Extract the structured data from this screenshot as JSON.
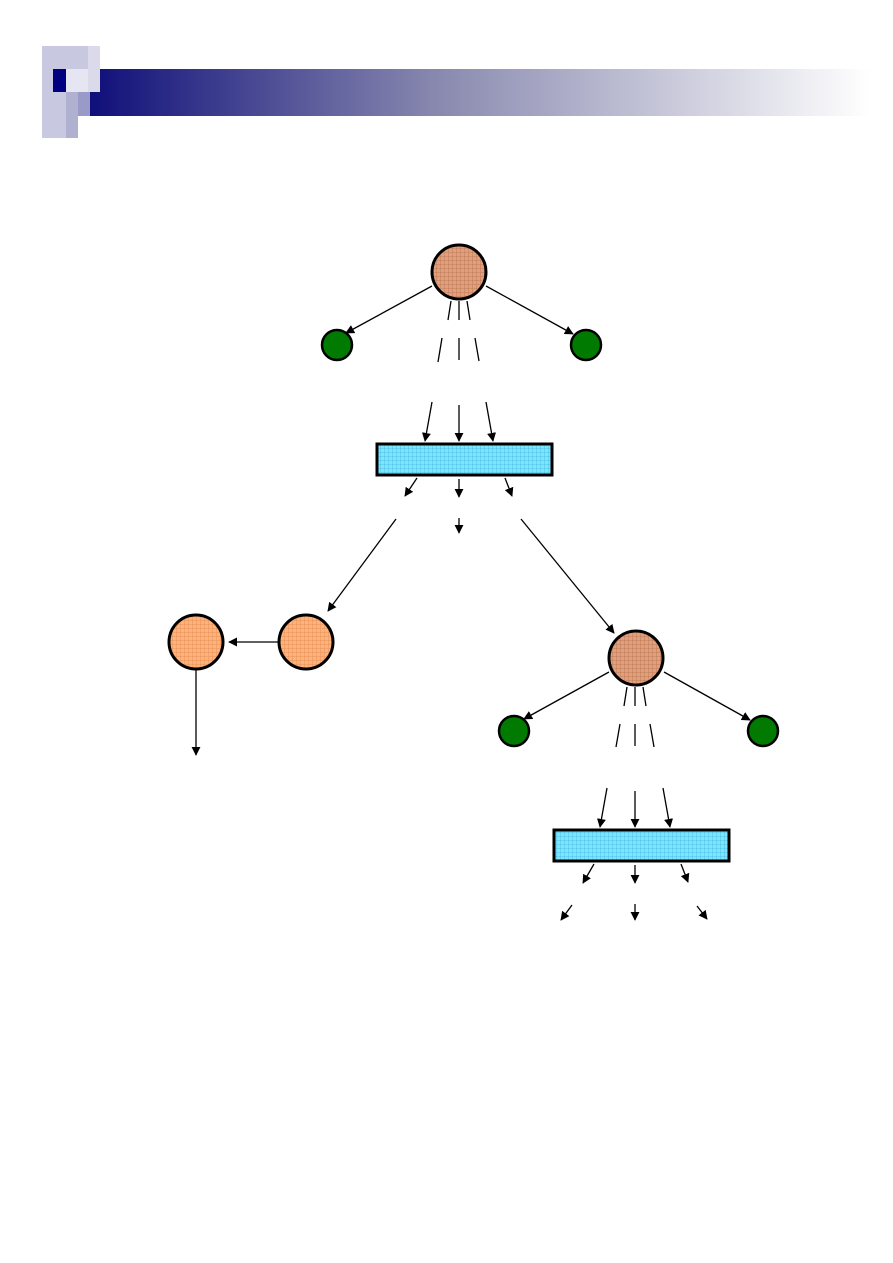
{
  "theme": {
    "background": "#ffffff",
    "header_bar_start": "#0f0f7a",
    "header_bar_end": "#ffffff",
    "logo_dark": "#000080",
    "logo_light": "#b8b8d8",
    "parent_nucleus_fill": "#e0a080",
    "fragment_nucleus_fill": "#ffb27a",
    "neutron_fill": "#007a00",
    "target_fill": "#7fe5ff",
    "stroke": "#000000"
  },
  "icons": {
    "slide_logo": "square-blocks-logo",
    "neutron": "green-circle",
    "nucleus": "hatched-circle",
    "target": "hatched-bar"
  },
  "diagram": {
    "text_labels": []
  }
}
